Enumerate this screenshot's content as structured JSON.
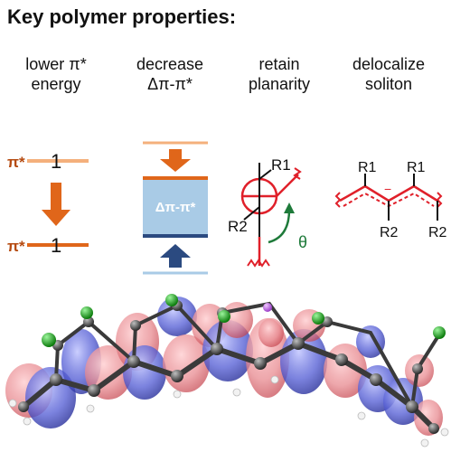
{
  "title": "Key polymer properties:",
  "columns": [
    {
      "line1": "lower π*",
      "line2": "energy"
    },
    {
      "line1": "decrease",
      "line2": "Δπ-π*"
    },
    {
      "line1": "retain",
      "line2": "planarity"
    },
    {
      "line1": "delocalize",
      "line2": "soliton"
    }
  ],
  "panel1": {
    "pi_star_top": "π*",
    "pi_star_bottom": "π*",
    "digit_top": "1",
    "digit_bottom": "1"
  },
  "panel2": {
    "gap_label": "Δπ-π*"
  },
  "panel3": {
    "r1": "R1",
    "r2": "R2",
    "theta": "θ"
  },
  "panel4": {
    "r1a": "R1",
    "r1b": "R1",
    "r2a": "R2",
    "r2b": "R2",
    "minus": "−"
  },
  "colors": {
    "orange": "#e0661a",
    "light_orange": "#f4b07c",
    "blue": "#2b4a80",
    "light_blue": "#a9cbe6",
    "red": "#e0202a",
    "green": "#1e7a3a"
  }
}
